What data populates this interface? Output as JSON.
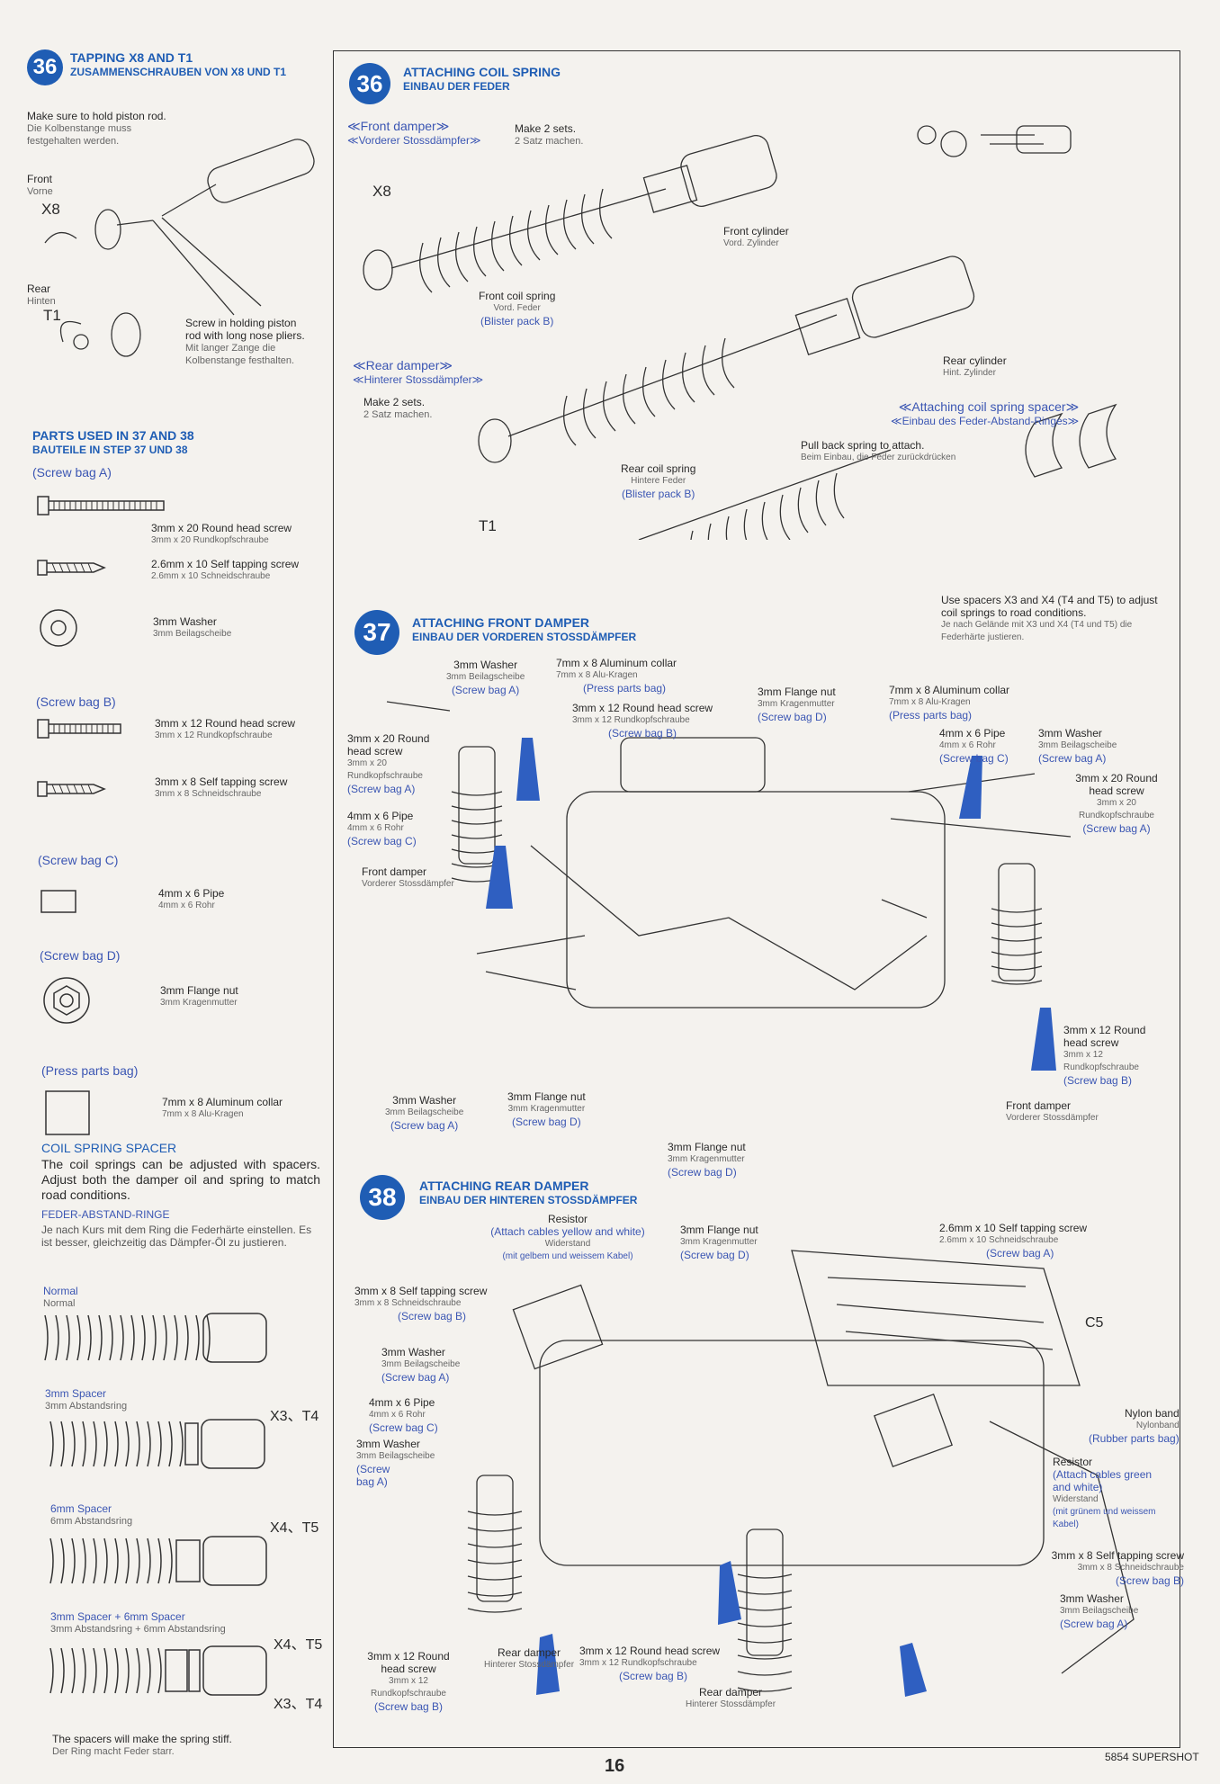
{
  "left": {
    "step36": {
      "num": "36",
      "title_en": "TAPPING X8 AND T1",
      "title_de": "ZUSAMMENSCHRAUBEN VON X8 UND T1",
      "hold_en": "Make sure to hold piston rod.",
      "hold_de": "Die Kolbenstange muss festgehalten werden.",
      "front_en": "Front",
      "front_de": "Vorne",
      "x8": "X8",
      "rear_en": "Rear",
      "rear_de": "Hinten",
      "t1": "T1",
      "screw_en": "Screw in holding piston rod with long nose pliers.",
      "screw_de": "Mit langer Zange die Kolbenstange festhalten."
    },
    "parts": {
      "title_en": "PARTS USED IN 37 AND 38",
      "title_de": "BAUTEILE IN STEP 37 UND 38",
      "bagA": "(Screw bag A)",
      "a1_en": "3mm x 20 Round head screw",
      "a1_de": "3mm x 20 Rundkopfschraube",
      "a2_en": "2.6mm x 10 Self tapping screw",
      "a2_de": "2.6mm x 10 Schneidschraube",
      "a3_en": "3mm Washer",
      "a3_de": "3mm Beilagscheibe",
      "bagB": "(Screw bag B)",
      "b1_en": "3mm x 12 Round head screw",
      "b1_de": "3mm x 12 Rundkopfschraube",
      "b2_en": "3mm x 8 Self tapping screw",
      "b2_de": "3mm x 8 Schneidschraube",
      "bagC": "(Screw bag C)",
      "c1_en": "4mm x 6 Pipe",
      "c1_de": "4mm x 6 Rohr",
      "bagD": "(Screw bag D)",
      "d1_en": "3mm Flange nut",
      "d1_de": "3mm Kragenmutter",
      "press": "(Press parts bag)",
      "p1_en": "7mm x 8 Aluminum collar",
      "p1_de": "7mm x 8 Alu-Kragen"
    },
    "spacer": {
      "title_en": "COIL SPRING SPACER",
      "body_en": "The coil springs can be adjusted with spacers. Adjust both the damper oil and spring to match road conditions.",
      "title_de": "FEDER-ABSTAND-RINGE",
      "body_de": "Je nach Kurs mit dem Ring die Federhärte einstellen. Es ist besser, gleichzeitig das Dämpfer-Öl zu justieren.",
      "normal_en": "Normal",
      "normal_de": "Normal",
      "s3_en": "3mm Spacer",
      "s3_de": "3mm Abstandsring",
      "s3_tag": "X3、T4",
      "s6_en": "6mm Spacer",
      "s6_de": "6mm Abstandsring",
      "s6_tag": "X4、T5",
      "s36_en": "3mm Spacer + 6mm Spacer",
      "s36_de": "3mm Abstandsring + 6mm Abstandsring",
      "s36_tag1": "X4、T5",
      "s36_tag2": "X3、T4",
      "foot_en": "The spacers will make the spring stiff.",
      "foot_de": "Der Ring macht Feder starr."
    }
  },
  "right": {
    "step36": {
      "num": "36",
      "title_en": "ATTACHING COIL SPRING",
      "title_de": "EINBAU DER FEDER",
      "front_damper_en": "≪Front damper≫",
      "front_damper_de": "≪Vorderer Stossdämpfer≫",
      "make2_en": "Make 2 sets.",
      "make2_de": "2 Satz machen.",
      "x8": "X8",
      "front_cyl_en": "Front cylinder",
      "front_cyl_de": "Vord. Zylinder",
      "front_spring_en": "Front coil spring",
      "front_spring_de": "Vord. Feder",
      "front_spring_bag": "(Blister pack B)",
      "rear_damper_en": "≪Rear damper≫",
      "rear_damper_de": "≪Hinterer Stossdämpfer≫",
      "make2b_en": "Make 2 sets.",
      "make2b_de": "2 Satz machen.",
      "rear_cyl_en": "Rear cylinder",
      "rear_cyl_de": "Hint. Zylinder",
      "rear_spring_en": "Rear coil spring",
      "rear_spring_de": "Hintere Feder",
      "rear_spring_bag": "(Blister pack B)",
      "t1": "T1",
      "spacer_en": "≪Attaching coil spring spacer≫",
      "spacer_de": "≪Einbau des Feder-Abstand-Ringes≫",
      "pull_en": "Pull back spring to attach.",
      "pull_de": "Beim Einbau, die Feder zurückdrücken",
      "use_en": "Use spacers X3 and X4 (T4 and T5) to adjust coil springs to road conditions.",
      "use_de": "Je nach Gelände mit X3 und X4 (T4 und T5) die Federhärte justieren."
    },
    "step37": {
      "num": "37",
      "title_en": "ATTACHING FRONT DAMPER",
      "title_de": "EINBAU DER VORDEREN STOSSDÄMPFER",
      "washer_en": "3mm Washer",
      "washer_de": "3mm Beilagscheibe",
      "bagA": "(Screw bag A)",
      "collar_en": "7mm x 8 Aluminum collar",
      "collar_de": "7mm x 8 Alu-Kragen",
      "press": "(Press parts bag)",
      "rh12_en": "3mm x 12 Round head screw",
      "rh12_de": "3mm x 12 Rundkopfschraube",
      "bagB": "(Screw bag B)",
      "rh20_en": "3mm x 20 Round head screw",
      "rh20_de": "3mm x 20 Rundkopfschraube",
      "pipe_en": "4mm x 6 Pipe",
      "pipe_de": "4mm x 6 Rohr",
      "bagC": "(Screw bag C)",
      "fdamp_en": "Front damper",
      "fdamp_de": "Vorderer Stossdämpfer",
      "flange_en": "3mm Flange nut",
      "flange_de": "3mm Kragenmutter",
      "bagD": "(Screw bag D)",
      "rh12r_en": "3mm x 12 Round head screw",
      "rh12r_de": "3mm x 12 Rundkopfschraube"
    },
    "step38": {
      "num": "38",
      "title_en": "ATTACHING REAR DAMPER",
      "title_de": "EINBAU DER HINTEREN STOSSDÄMPFER",
      "resistor_en": "Resistor",
      "resistor_note": "(Attach cables yellow and white)",
      "resistor_de": "Widerstand",
      "resistor_note_de": "(mit gelbem und weissem Kabel)",
      "flange_en": "3mm Flange nut",
      "flange_de": "3mm Kragenmutter",
      "bagD": "(Screw bag D)",
      "st26_en": "2.6mm x 10 Self tapping screw",
      "st26_de": "2.6mm x 10 Schneidschraube",
      "bagA": "(Screw bag A)",
      "st8_en": "3mm x 8 Self tapping screw",
      "st8_de": "3mm x 8 Schneidschraube",
      "bagB": "(Screw bag B)",
      "washer_en": "3mm Washer",
      "washer_de": "3mm Beilagscheibe",
      "pipe_en": "4mm x 6 Pipe",
      "pipe_de": "4mm x 6 Rohr",
      "bagC": "(Screw bag C)",
      "c5": "C5",
      "nylon_en": "Nylon band",
      "nylon_de": "Nylonband",
      "rubber": "(Rubber parts bag)",
      "res2_en": "Resistor",
      "res2_note": "(Attach cables green and white)",
      "res2_de": "Widerstand",
      "res2_note_de": "(mit grünem und weissem Kabel)",
      "rh12_en": "3mm x 12 Round head screw",
      "rh12_de": "3mm x 12 Rundkopfschraube",
      "rdamp_en": "Rear damper",
      "rdamp_de": "Hinterer Stossdämpfer"
    }
  },
  "footer": {
    "page": "16",
    "code": "5854 SUPERSHOT"
  }
}
